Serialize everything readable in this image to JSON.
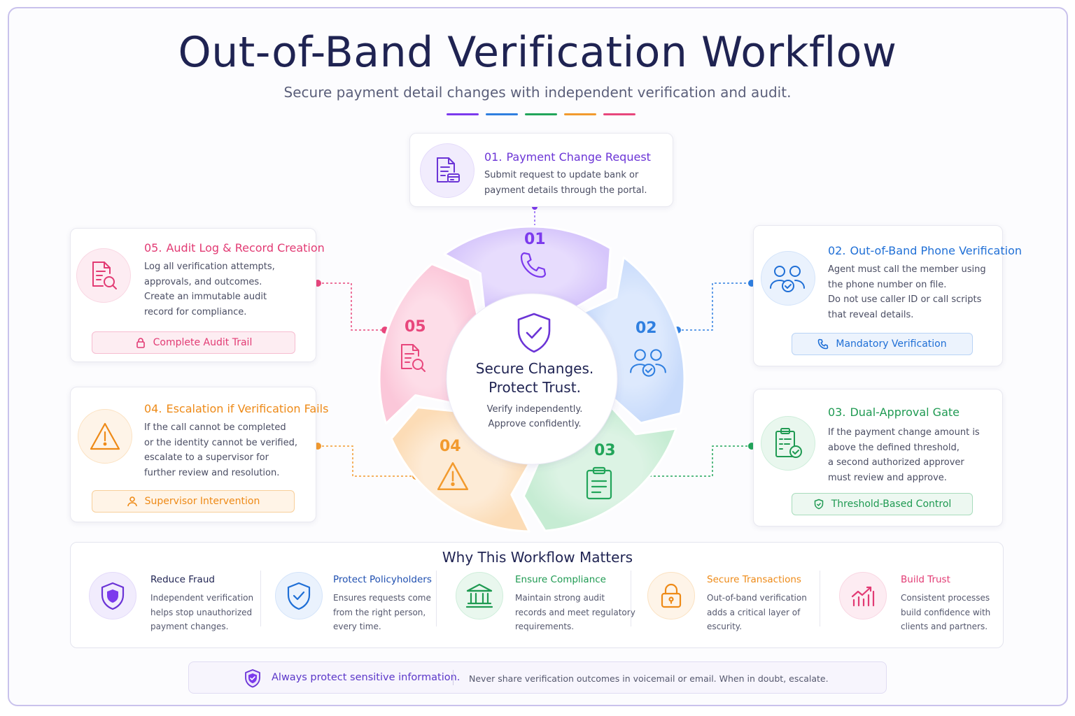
{
  "title": "Out-of-Band Verification Workflow",
  "subtitle": "Secure payment detail changes with independent verification and audit.",
  "accent_colors": [
    "#7c3aed",
    "#2f7fe0",
    "#22a55a",
    "#f29a2e",
    "#e8467c"
  ],
  "center": {
    "title_line1": "Secure Changes.",
    "title_line2": "Protect Trust.",
    "sub_line1": "Verify independently.",
    "sub_line2": "Approve confidently.",
    "icon": "shield-check-icon"
  },
  "segments": [
    {
      "label": "01",
      "icon": "phone-icon",
      "color": "#7c3aed"
    },
    {
      "label": "02",
      "icon": "users-check-icon",
      "color": "#2f7fe0"
    },
    {
      "label": "03",
      "icon": "clipboard-icon",
      "color": "#22a55a"
    },
    {
      "label": "04",
      "icon": "warning-icon",
      "color": "#f29a2e"
    },
    {
      "label": "05",
      "icon": "document-search-icon",
      "color": "#e8467c"
    }
  ],
  "steps": [
    {
      "num": "01.",
      "title": "Payment Change Request",
      "color": "#6b34d6",
      "body": [
        "Submit request to update bank or",
        "payment details through the portal."
      ],
      "icon": "document-card-icon"
    },
    {
      "num": "02.",
      "title": "Out-of-Band Phone Verification",
      "color": "#1f6fd6",
      "body": [
        "Agent must call the member using",
        "the phone number on file.",
        "Do not use caller ID or call scripts",
        "that reveal details."
      ],
      "pill": "Mandatory Verification",
      "pill_icon": "phone-icon",
      "icon": "users-check-icon"
    },
    {
      "num": "03.",
      "title": "Dual-Approval Gate",
      "color": "#1f9a52",
      "body": [
        "If the payment change amount is",
        "above the defined threshold,",
        "a second authorized approver",
        "must review and approve."
      ],
      "pill": "Threshold-Based Control",
      "pill_icon": "shield-check-icon",
      "icon": "clipboard-check-icon"
    },
    {
      "num": "04.",
      "title": "Escalation if Verification Fails",
      "color": "#ee8a17",
      "body": [
        "If the call cannot be completed",
        "or the identity cannot be verified,",
        "escalate to a supervisor for",
        "further review and resolution."
      ],
      "pill": "Supervisor Intervention",
      "pill_icon": "user-icon",
      "icon": "warning-icon"
    },
    {
      "num": "05.",
      "title": "Audit Log & Record Creation",
      "color": "#e23b74",
      "body": [
        "Log all verification attempts,",
        "approvals, and outcomes.",
        "Create an immutable audit",
        "record for compliance."
      ],
      "pill": "Complete Audit Trail",
      "pill_icon": "lock-icon",
      "icon": "document-search-icon"
    }
  ],
  "why": {
    "title": "Why This Workflow Matters",
    "items": [
      {
        "head": "Reduce Fraud",
        "color": "#1f2352",
        "icon": "shield-icon",
        "text": [
          "Independent verification",
          "helps stop unauthorized",
          "payment changes."
        ]
      },
      {
        "head": "Protect Policyholders",
        "color": "#1f4fb0",
        "icon": "shield-check-icon",
        "text": [
          "Ensures requests come",
          "from the right person,",
          "every time."
        ]
      },
      {
        "head": "Ensure Compliance",
        "color": "#1f9a52",
        "icon": "bank-icon",
        "text": [
          "Maintain strong audit",
          "records and meet regulatory",
          "requirements."
        ]
      },
      {
        "head": "Secure Transactions",
        "color": "#ee8a17",
        "icon": "lock-icon",
        "text": [
          "Out-of-band verification",
          "adds a critical layer of",
          "escurity."
        ]
      },
      {
        "head": "Build Trust",
        "color": "#e23b74",
        "icon": "chart-up-icon",
        "text": [
          "Consistent processes",
          "build confidence with",
          "clients and partners."
        ]
      }
    ]
  },
  "footer": {
    "strong": "Always protect sensitive information.",
    "text": "Never share verification outcomes in voicemail or email. When in doubt, escalate.",
    "icon": "shield-check-icon"
  }
}
